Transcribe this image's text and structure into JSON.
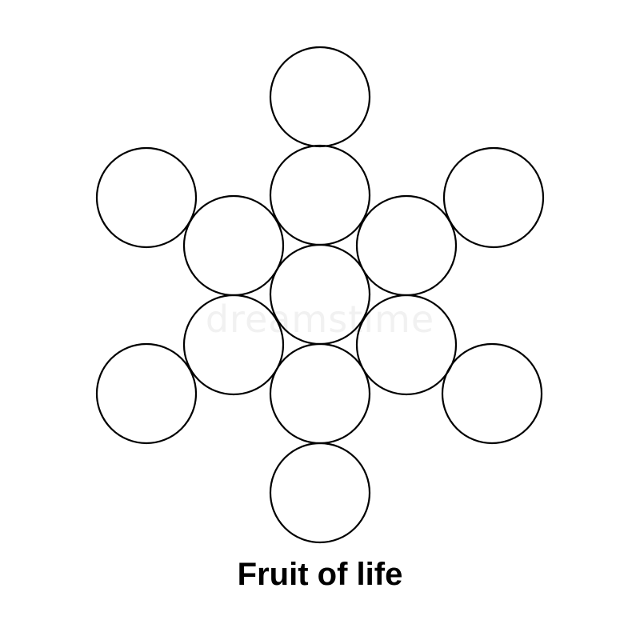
{
  "diagram": {
    "caption": "Fruit of life",
    "watermark": "dreamstime",
    "stroke_color": "#000000",
    "background_color": "#ffffff",
    "circle_count": 13
  }
}
